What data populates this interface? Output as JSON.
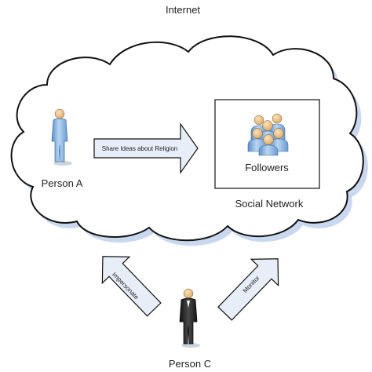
{
  "diagram": {
    "title": "Internet",
    "cloud_label": "Social Network",
    "followers_label": "Followers",
    "person_a_label": "Person A",
    "person_c_label": "Person C",
    "share_arrow_label": "Share Ideas about Religion",
    "impersonate_arrow_label": "Impersonate",
    "monitor_arrow_label": "Monitor"
  },
  "colors": {
    "cloud_shadow": "#c9d8ee",
    "arrow_fill": "#e7eef8",
    "person_blue": "#8fb9e3",
    "person_dark": "#202020"
  },
  "icons": {
    "person_a": "person-icon",
    "followers": "group-icon",
    "person_c": "person-icon"
  }
}
